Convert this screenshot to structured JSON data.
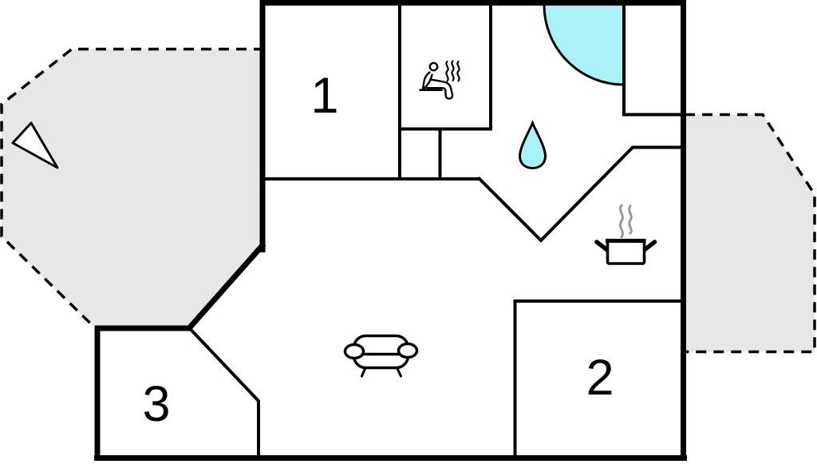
{
  "floorplan": {
    "rooms": {
      "room1": "1",
      "room2": "2",
      "room3": "3"
    },
    "colors": {
      "terrace": "#e7e7e7",
      "water": "#abf1f8",
      "wall": "#000000",
      "steam": "#999999",
      "background": "#ffffff"
    },
    "icons": {
      "sauna": "sauna-person-with-steam",
      "shower": "shower-quarter-circle",
      "bath": "water-drop",
      "kitchen": "cooking-pot-with-steam",
      "living": "sofa",
      "terrace_marker": "triangle-pointer"
    }
  }
}
